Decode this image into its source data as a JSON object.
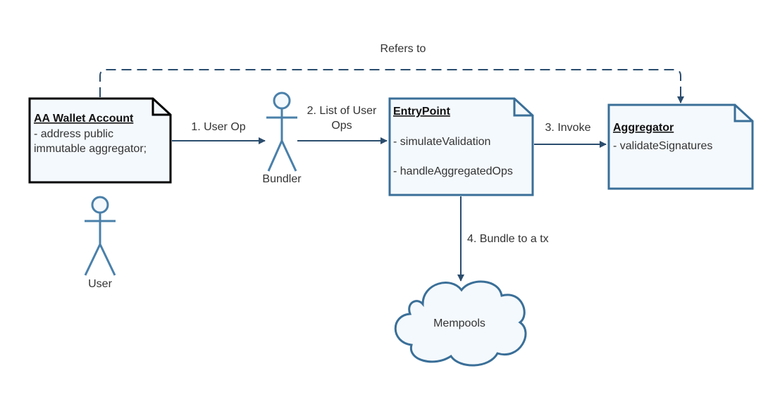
{
  "colors": {
    "edge": "#2b4d6e",
    "node_stroke_blue": "#3a6f98",
    "node_fill": "#f4f9fd",
    "actor": "#4a80aa",
    "text": "#333333"
  },
  "nodes": {
    "wallet": {
      "title": "AA Wallet Account",
      "line1": "- address public",
      "line2": "immutable aggregator;"
    },
    "entrypoint": {
      "title": "EntryPoint",
      "method1": "- simulateValidation",
      "method2": "- handleAggregatedOps"
    },
    "aggregator": {
      "title": "Aggregator",
      "method1": "- validateSignatures"
    },
    "mempools": {
      "label": "Mempools"
    }
  },
  "actors": {
    "bundler": "Bundler",
    "user": "User"
  },
  "edges": {
    "refers_to": "Refers to",
    "user_op": "1. User Op",
    "list_ops_line1": "2. List of User",
    "list_ops_line2": "Ops",
    "invoke": "3. Invoke",
    "bundle": "4. Bundle to a tx"
  }
}
